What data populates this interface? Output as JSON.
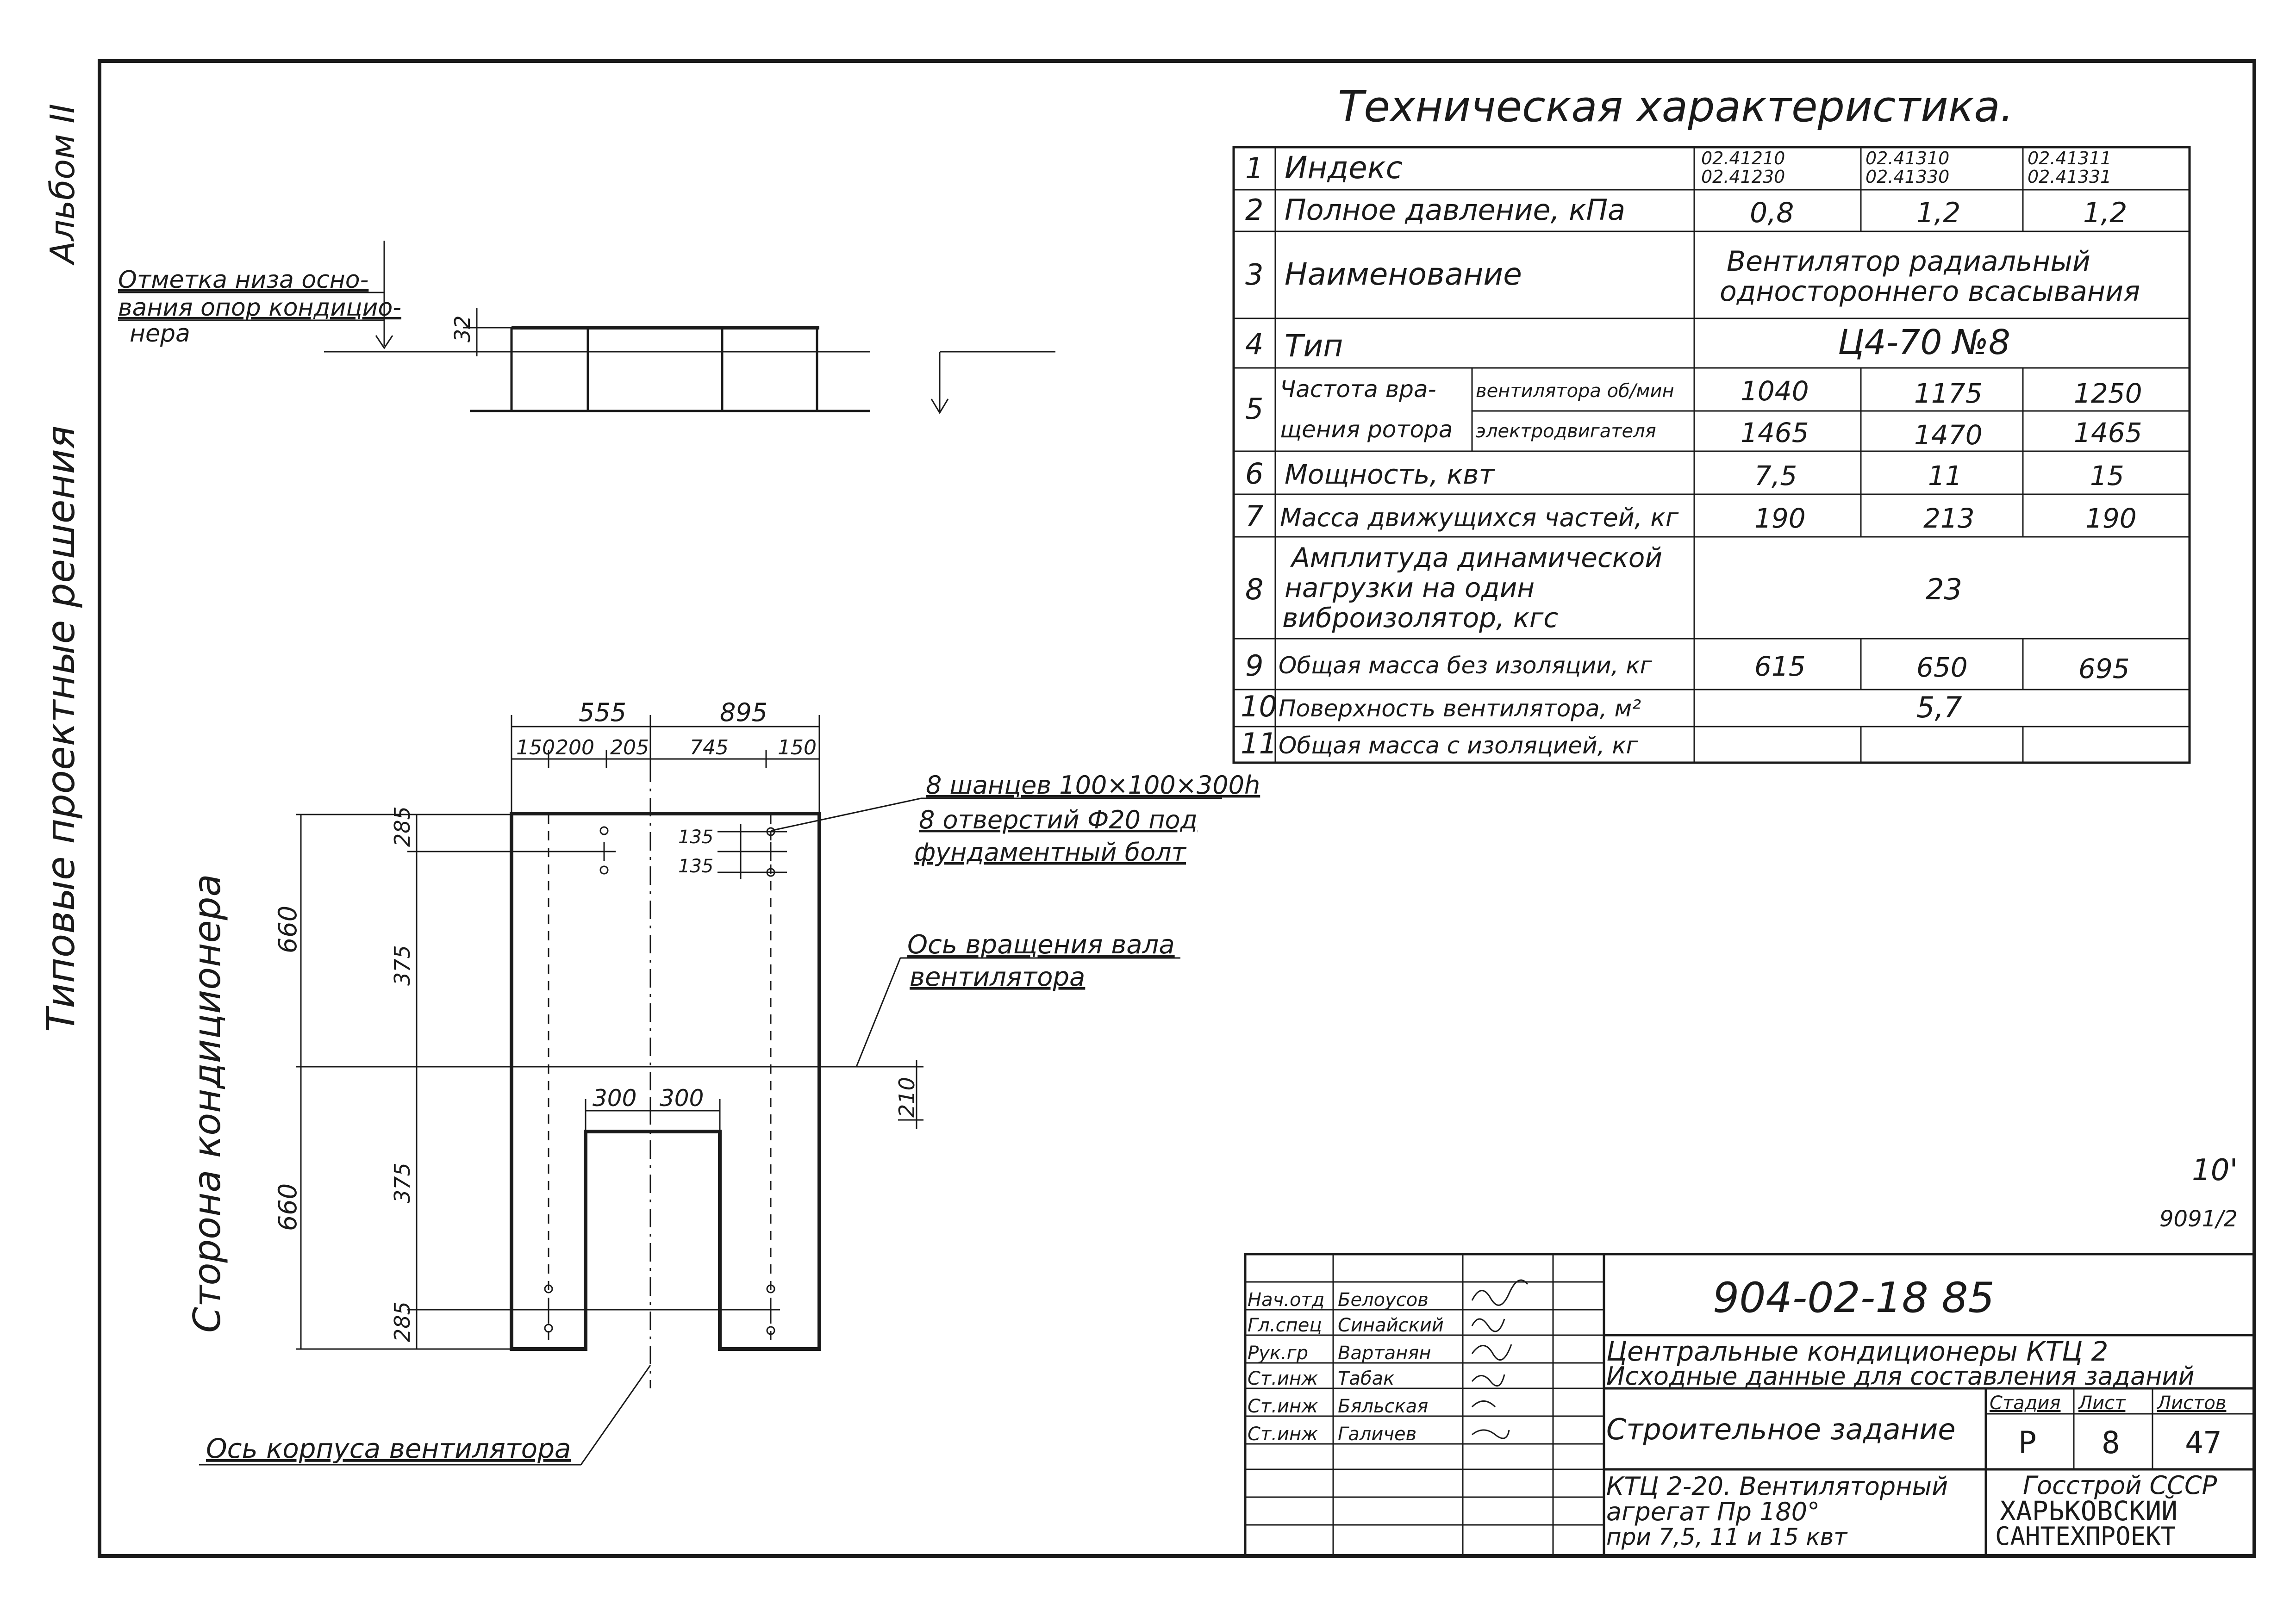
{
  "side": {
    "album": "Альбом II",
    "series": "Типовые проектные решения"
  },
  "table": {
    "title": "Техническая характеристика.",
    "rows": [
      {
        "n": "1",
        "label": "Индекс",
        "v1": "02.41210",
        "v1b": "02.41230",
        "v2": "02.41310",
        "v2b": "02.41330",
        "v3": "02.41311",
        "v3b": "02.41331"
      },
      {
        "n": "2",
        "label": "Полное давление, кПа",
        "v1": "0,8",
        "v2": "1,2",
        "v3": "1,2"
      },
      {
        "n": "3",
        "label": "Наименование",
        "span1": "Вентилятор радиальный",
        "span2": "одностороннего всасывания"
      },
      {
        "n": "4",
        "label": "Тип",
        "span1": "Ц4-70 №8"
      },
      {
        "n": "5",
        "label1": "Частота вра-",
        "label2": "щения ротора",
        "sub1": "вентилятора об/мин",
        "sub2": "электродвигателя",
        "a1": "1040",
        "a2": "1175",
        "a3": "1250",
        "b1": "1465",
        "b2": "1470",
        "b3": "1465"
      },
      {
        "n": "6",
        "label": "Мощность, квт",
        "v1": "7,5",
        "v2": "11",
        "v3": "15"
      },
      {
        "n": "7",
        "label": "Масса движущихся частей, кг",
        "v1": "190",
        "v2": "213",
        "v3": "190"
      },
      {
        "n": "8",
        "label1": "Амплитуда динамической",
        "label2": "нагрузки на один",
        "label3": "виброизолятор, кгс",
        "span1": "23"
      },
      {
        "n": "9",
        "label": "Общая масса без изоляции, кг",
        "v1": "615",
        "v2": "650",
        "v3": "695"
      },
      {
        "n": "10",
        "label": "Поверхность вентилятора, м²",
        "span1": "5,7"
      },
      {
        "n": "11",
        "label": "Общая масса с изоляцией, кг",
        "v1": "",
        "v2": "",
        "v3": ""
      }
    ]
  },
  "drawing": {
    "level_note_1": "Отметка низа осно-",
    "level_note_2": "вания опор кондицио-",
    "level_note_3": "нера",
    "dim_32": "32",
    "dim_555": "555",
    "dim_895": "895",
    "dim_150a": "150",
    "dim_200": "200",
    "dim_205": "205",
    "dim_745": "745",
    "dim_150b": "150",
    "dim_285a": "285",
    "dim_375a": "375",
    "dim_660a": "660",
    "dim_660b": "660",
    "dim_375b": "375",
    "dim_285b": "285",
    "dim_135a": "135",
    "dim_135b": "135",
    "dim_300a": "300",
    "dim_300b": "300",
    "dim_210": "210",
    "note_bolts_1": "8 шанцев 100×100×300h",
    "note_bolts_2": "8 отверстий Ф20 под",
    "note_bolts_3": "фундаментный болт",
    "note_axis_1": "Ось вращения вала",
    "note_axis_2": "вентилятора",
    "side_label": "Сторона кондиционера",
    "note_body_axis": "Ось корпуса вентилятора"
  },
  "stamp": {
    "sheet_mark_1": "10'",
    "sheet_mark_2": "9091/2",
    "code": "904-02-18 85",
    "roles": [
      "Нач.отд",
      "Гл.спец",
      "Рук.гр",
      "Ст.инж",
      "Ст.инж",
      "Ст.инж"
    ],
    "names": [
      "Белоусов",
      "Синайский",
      "Вартанян",
      "Табак",
      "Бяльская",
      "Галичев"
    ],
    "title_1": "Центральные кондиционеры КТЦ 2",
    "title_2": "Исходные данные для составления заданий",
    "sheet_title": "Строительное задание",
    "stage_label": "Стадия",
    "sheet_label": "Лист",
    "sheets_label": "Листов",
    "stage": "Р",
    "sheet": "8",
    "sheets": "47",
    "desc_1": "КТЦ 2-20. Вентиляторный",
    "desc_2": "агрегат Пр 180°",
    "desc_3": "при 7,5, 11 и 15 квт",
    "org_1": "Госстрой СССР",
    "org_2": "ХАРЬКОВСКИЙ",
    "org_3": "САНТЕХПРОЕКТ"
  }
}
